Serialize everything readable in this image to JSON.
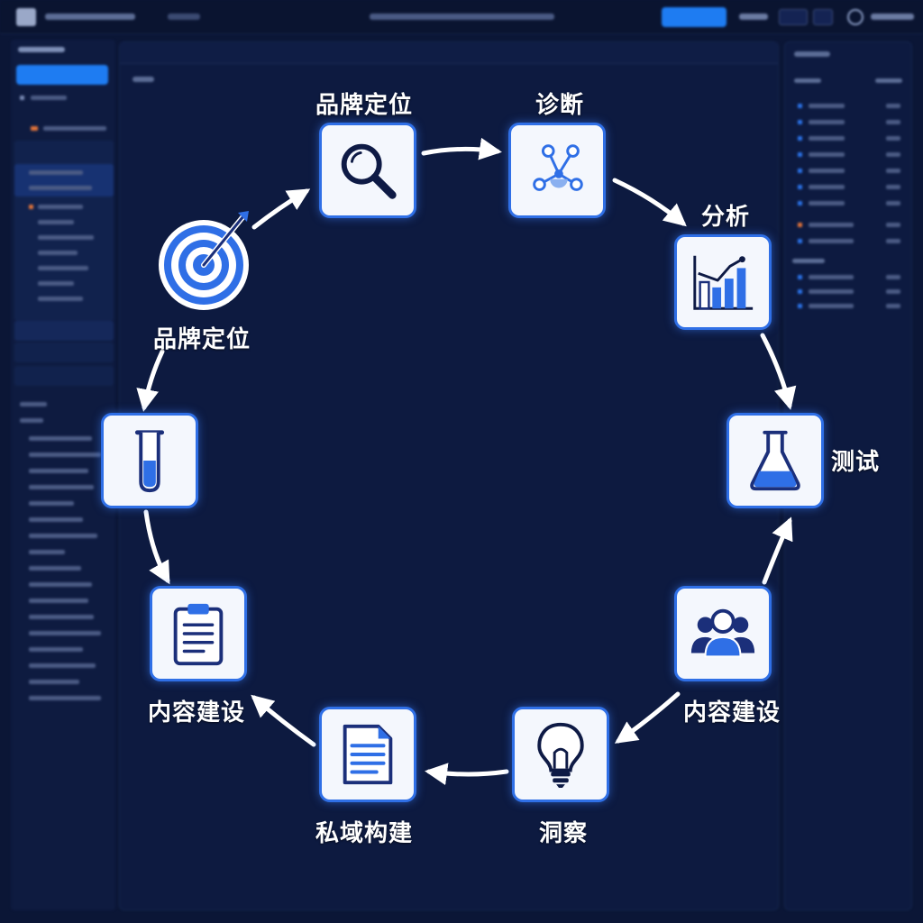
{
  "diagram": {
    "nodes": [
      {
        "id": "search",
        "icon": "magnifier-icon",
        "label": "品牌定位"
      },
      {
        "id": "diagnose",
        "icon": "molecule-icon",
        "label": "诊断"
      },
      {
        "id": "analyze",
        "icon": "bar-chart-icon",
        "label": "分析"
      },
      {
        "id": "test",
        "icon": "flask-icon",
        "label": "测试"
      },
      {
        "id": "users",
        "icon": "users-icon",
        "label": "内容建设"
      },
      {
        "id": "insight",
        "icon": "lightbulb-icon",
        "label": "洞察"
      },
      {
        "id": "private",
        "icon": "document-icon",
        "label": "私域构建"
      },
      {
        "id": "content",
        "icon": "clipboard-icon",
        "label": "内容建设"
      },
      {
        "id": "tube",
        "icon": "test-tube-icon",
        "label": ""
      },
      {
        "id": "target",
        "icon": "target-icon",
        "label": "品牌定位"
      }
    ]
  },
  "colors": {
    "background": "#0b1636",
    "node_border": "#2f6fe6",
    "node_fill": "#f4f7fd",
    "icon_primary": "#1b2f7a",
    "icon_accent": "#2f6fe6",
    "arrow": "#ffffff",
    "accent_button": "#1e7cf2"
  }
}
